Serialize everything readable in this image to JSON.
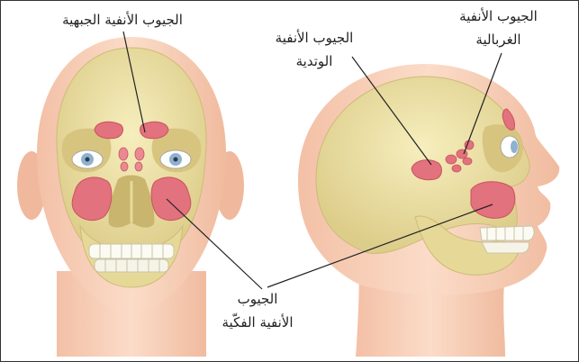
{
  "labels": {
    "frontal": {
      "lines": [
        "الجيوب الأنفية الجبهية"
      ]
    },
    "sphenoid": {
      "lines": [
        "الجيوب الأنفية",
        "الوتدية"
      ]
    },
    "ethmoid": {
      "lines": [
        "الجيوب الأنفية",
        "الغربالية"
      ]
    },
    "maxillary": {
      "lines": [
        "الجيوب",
        "الأنفية الفكّية"
      ]
    }
  },
  "colors": {
    "skin": "#f8d3bd",
    "skin_shadow": "#eab59a",
    "bone": "#eee3a6",
    "bone_shadow": "#d9c882",
    "sinus": "#e2727d",
    "eye_iris": "#8fb1cf",
    "leader_line": "#222222"
  }
}
